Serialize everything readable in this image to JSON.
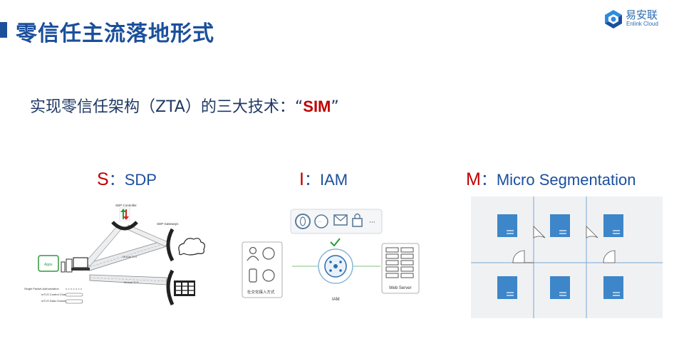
{
  "header": {
    "title": "零信任主流落地形式",
    "logo_name": "易安联",
    "logo_sub": "Enlink Cloud",
    "accent": "#1b4f9c"
  },
  "subtitle": {
    "prefix": "实现零信任架构（ZTA）的三大技术：",
    "open_quote": "“",
    "highlight": "SIM",
    "close_quote": "”",
    "highlight_color": "#c00000"
  },
  "technologies": [
    {
      "letter": "S",
      "sep": "：",
      "name": "SDP"
    },
    {
      "letter": "I",
      "sep": "：",
      "name": "IAM"
    },
    {
      "letter": "M",
      "sep": "：",
      "name": "Micro Segmentation"
    }
  ],
  "sdp_diagram": {
    "controller_label": "SDP Controller",
    "gateways_label": "SDP Gateways",
    "apps_label": "Apps",
    "tunnel_label_1": "Mutual TLS",
    "tunnel_label_2": "Mutual TLS",
    "legend": [
      "Single Packet Authorization",
      "mTLS Control Channel",
      "mTLS Data Channel"
    ]
  },
  "iam_diagram": {
    "social_label": "社交化接入方式",
    "center_label": "IAM",
    "server_label": "Web Server",
    "ellipsis": "···"
  }
}
